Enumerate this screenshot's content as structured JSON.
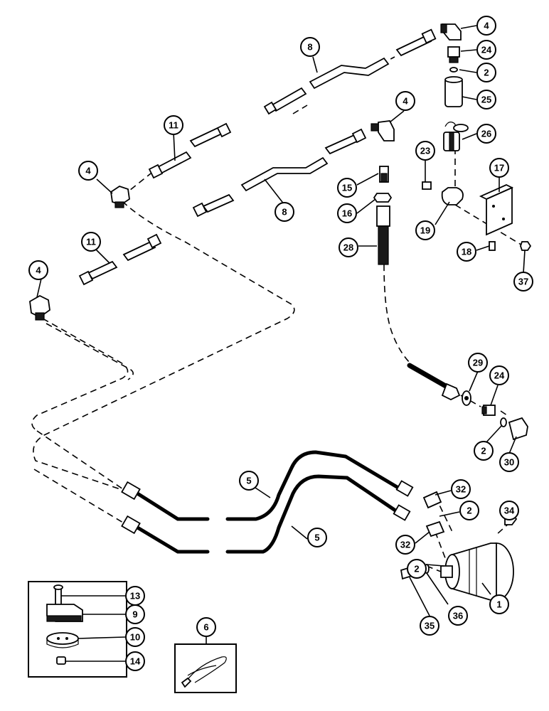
{
  "callouts": [
    {
      "id": "c4a",
      "label": "4"
    },
    {
      "id": "c24a",
      "label": "24"
    },
    {
      "id": "c2a",
      "label": "2"
    },
    {
      "id": "c25",
      "label": "25"
    },
    {
      "id": "c8a",
      "label": "8"
    },
    {
      "id": "c4b",
      "label": "4"
    },
    {
      "id": "c26",
      "label": "26"
    },
    {
      "id": "c11a",
      "label": "11"
    },
    {
      "id": "c23",
      "label": "23"
    },
    {
      "id": "c17",
      "label": "17"
    },
    {
      "id": "c4c",
      "label": "4"
    },
    {
      "id": "c15",
      "label": "15"
    },
    {
      "id": "c8b",
      "label": "8"
    },
    {
      "id": "c16",
      "label": "16"
    },
    {
      "id": "c19",
      "label": "19"
    },
    {
      "id": "c11b",
      "label": "11"
    },
    {
      "id": "c28",
      "label": "28"
    },
    {
      "id": "c18",
      "label": "18"
    },
    {
      "id": "c37",
      "label": "37"
    },
    {
      "id": "c4d",
      "label": "4"
    },
    {
      "id": "c29",
      "label": "29"
    },
    {
      "id": "c24b",
      "label": "24"
    },
    {
      "id": "c2b",
      "label": "2"
    },
    {
      "id": "c30",
      "label": "30"
    },
    {
      "id": "c5a",
      "label": "5"
    },
    {
      "id": "c32a",
      "label": "32"
    },
    {
      "id": "c2c",
      "label": "2"
    },
    {
      "id": "c34",
      "label": "34"
    },
    {
      "id": "c5b",
      "label": "5"
    },
    {
      "id": "c32b",
      "label": "32"
    },
    {
      "id": "c2d",
      "label": "2"
    },
    {
      "id": "c13",
      "label": "13"
    },
    {
      "id": "c9",
      "label": "9"
    },
    {
      "id": "c1",
      "label": "1"
    },
    {
      "id": "c10",
      "label": "10"
    },
    {
      "id": "c36",
      "label": "36"
    },
    {
      "id": "c14",
      "label": "14"
    },
    {
      "id": "c35",
      "label": "35"
    },
    {
      "id": "c6",
      "label": "6"
    }
  ]
}
